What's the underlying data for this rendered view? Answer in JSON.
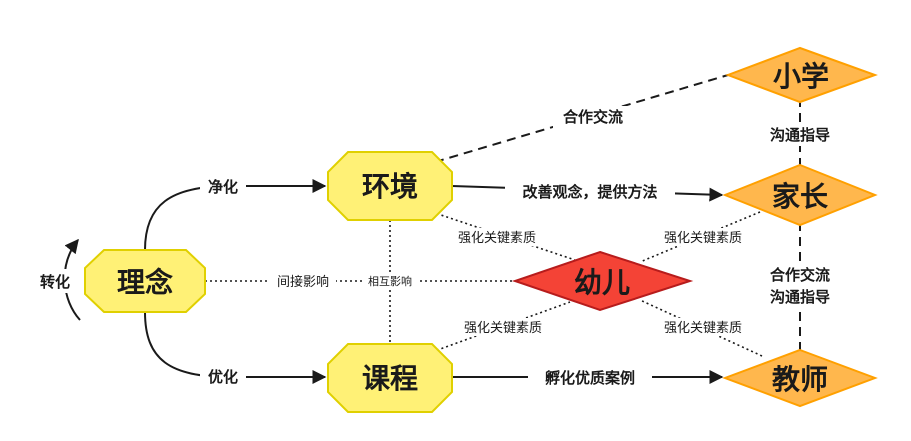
{
  "nodes": {
    "concept": {
      "label": "理念",
      "fill": "#FFF176",
      "stroke": "#E0D000"
    },
    "environment": {
      "label": "环境",
      "fill": "#FFF176",
      "stroke": "#E0D000"
    },
    "curriculum": {
      "label": "课程",
      "fill": "#FFF176",
      "stroke": "#E0D000"
    },
    "child": {
      "label": "幼儿",
      "fill": "#F44336",
      "stroke": "#B71C1C"
    },
    "primary_school": {
      "label": "小学",
      "fill": "#FFB74D",
      "stroke": "#FFA000"
    },
    "parents": {
      "label": "家长",
      "fill": "#FFB74D",
      "stroke": "#FFA000"
    },
    "teacher": {
      "label": "教师",
      "fill": "#FFB74D",
      "stroke": "#FFA000"
    }
  },
  "edges": {
    "purify": "净化",
    "optimize": "优化",
    "transform": "转化",
    "indirect_influence": "间接影响",
    "mutual_influence": "相互影响",
    "exchange_cooperation": "合作交流",
    "change_concept": "改善观念，提供方法",
    "incubate_cases": "孵化优质案例",
    "communicate_guide_top": "沟通指导",
    "cooperate_exchange_right": "合作交流",
    "communicate_guide_right": "沟通指导",
    "strengthen_env_child": "强化关键素质",
    "strengthen_parent_child": "强化关键素质",
    "strengthen_course_child": "强化关键素质",
    "strengthen_teacher_child": "强化关键素质"
  }
}
